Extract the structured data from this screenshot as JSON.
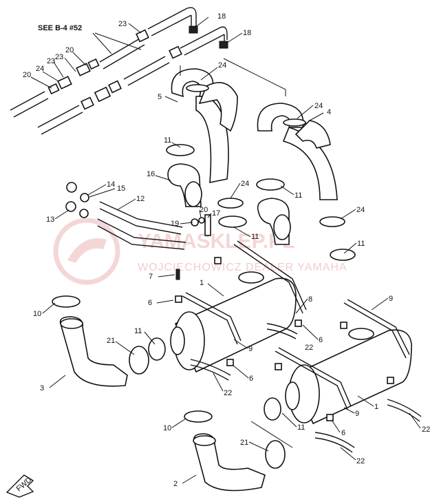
{
  "reference_note": "SEE B-4 #52",
  "fwd_label": "FWD",
  "watermark": {
    "brand": "YAMASKLEP.PL",
    "subtitle": "WOJCIECHOWICZ DEALER YAMAHA",
    "colors": {
      "primary": "#e8a4a4"
    }
  },
  "callouts": {
    "c1a": "1",
    "c1b": "1",
    "c2": "2",
    "c3": "3",
    "c4": "4",
    "c5": "5",
    "c6a": "6",
    "c6b": "6",
    "c6c": "6",
    "c6d": "6",
    "c7": "7",
    "c8": "8",
    "c9a": "9",
    "c9b": "9",
    "c9c": "9",
    "c10a": "10",
    "c10b": "10",
    "c11a": "11",
    "c11b": "11",
    "c11c": "11",
    "c11d": "11",
    "c11e": "11",
    "c12": "12",
    "c13": "13",
    "c14": "14",
    "c15": "15",
    "c16": "16",
    "c17": "17",
    "c18a": "18",
    "c18b": "18",
    "c19": "19",
    "c20a": "20",
    "c20b": "20",
    "c20c": "20",
    "c21a": "21",
    "c21b": "21",
    "c22a": "22",
    "c22b": "22",
    "c22c": "22",
    "c22d": "22",
    "c23a": "23",
    "c23b": "23",
    "c23c": "23",
    "c24a": "24",
    "c24b": "24",
    "c24c": "24",
    "c24d": "24"
  }
}
